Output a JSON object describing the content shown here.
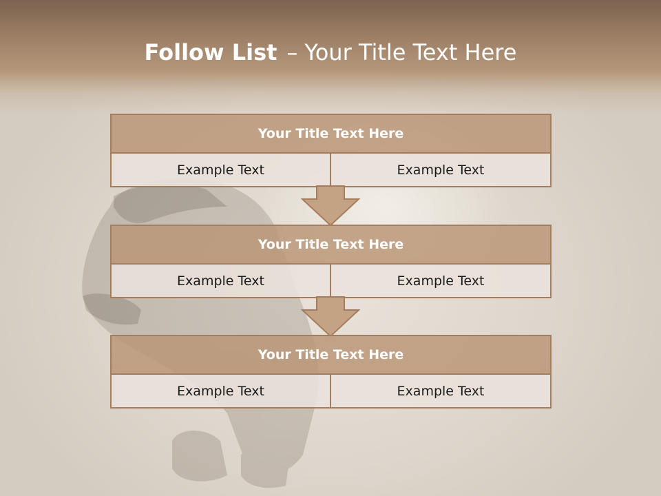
{
  "slide": {
    "title_bold": "Follow List",
    "title_dash": "–",
    "title_rest": "Your Title Text Here"
  },
  "steps": [
    {
      "title": "Your Title Text Here",
      "left": "Example Text",
      "right": "Example Text"
    },
    {
      "title": "Your Title Text Here",
      "left": "Example Text",
      "right": "Example Text"
    },
    {
      "title": "Your Title Text Here",
      "left": "Example Text",
      "right": "Example Text"
    }
  ],
  "colors": {
    "header": "#9a7d63",
    "block_title": "#ba9575",
    "border": "#a57d5c",
    "cell": "#eae1db"
  },
  "icons": [
    "down-arrow-icon",
    "down-arrow-icon"
  ]
}
